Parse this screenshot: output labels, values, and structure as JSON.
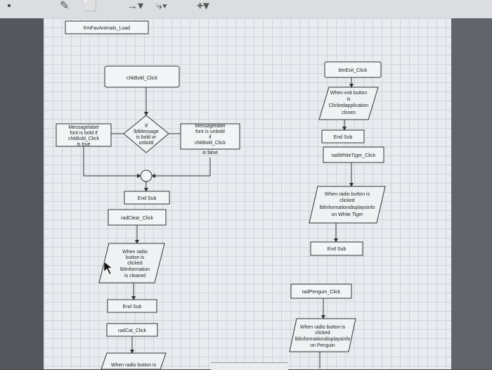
{
  "toolbar": {
    "icons": [
      "arrow-style-icon",
      "connector-icon",
      "insert-plus-icon"
    ]
  },
  "title_box": "frmFavAnimals_Load",
  "chkBold": {
    "header": "chkBold_Click",
    "left_note": [
      "Messagelabel",
      "font is bold if",
      "chkBold_Click",
      "is true"
    ],
    "decision": [
      "If",
      "lblMessage",
      "is bold or",
      "unbold"
    ],
    "right_note": [
      "Messagelabel",
      "font is unbold",
      "if",
      "chkBold_Click",
      "is false"
    ],
    "end": "End Sub"
  },
  "radClear": {
    "header": "radClear_Click",
    "para": [
      "When radio",
      "button is",
      "clicked",
      "lblInformation",
      "is cleared"
    ],
    "end": "End Sub"
  },
  "radCat": {
    "header": "radCat_Click",
    "para": "When radio button is"
  },
  "btnExit": {
    "header": "btnExit_Click",
    "para": [
      "When exit button",
      "is",
      "Clickedapplication",
      "closes"
    ],
    "end": "End Sub"
  },
  "radWhiteTiger": {
    "header": "radWhiteTiger_Click",
    "para": [
      "When radio button is",
      "clicked",
      "lblInformationdisplaysinfo",
      "on White Tiger"
    ],
    "end": "End Sub"
  },
  "radPenguin": {
    "header": "radPenguin_Click",
    "para": [
      "When radio button is",
      "clicked",
      "lblInformationdisplaysinfo",
      "on Penguin"
    ]
  }
}
